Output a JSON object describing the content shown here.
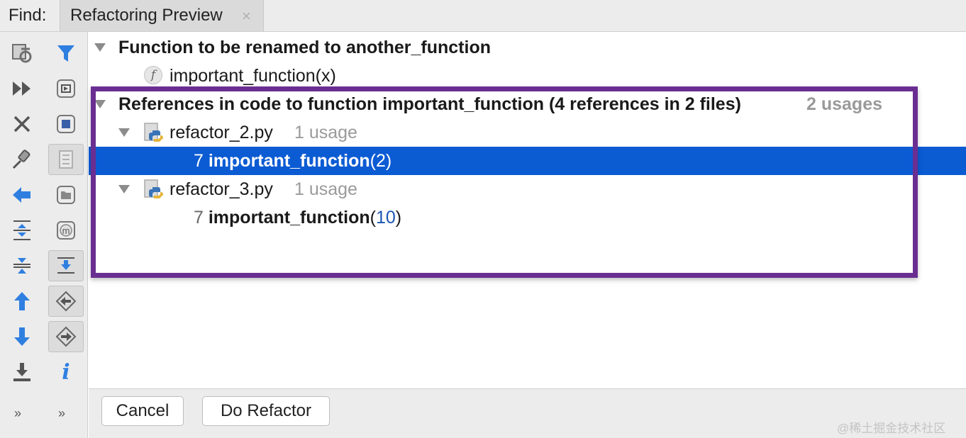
{
  "header": {
    "find_label": "Find:",
    "tab_label": "Refactoring Preview",
    "tab_close": "×"
  },
  "tree": {
    "group1": {
      "title": "Function to be renamed to another_function",
      "item": "important_function(x)",
      "item_icon_letter": "f"
    },
    "group2": {
      "title": "References in code to function important_function (4 references in 2 files)",
      "usage_count": "2 usages",
      "files": [
        {
          "name": "refactor_2.py",
          "usage": "1 usage",
          "line": "7",
          "func": "important_function",
          "open": "(",
          "arg": "2",
          "close": ")"
        },
        {
          "name": "refactor_3.py",
          "usage": "1 usage",
          "line": "7",
          "func": "important_function",
          "open": "(",
          "arg": "10",
          "close": ")"
        }
      ]
    }
  },
  "toolbar": {
    "more": "»",
    "info": "i",
    "method_letter": "m"
  },
  "buttons": {
    "cancel": "Cancel",
    "do_refactor": "Do Refactor"
  },
  "watermark": "@稀土掘金技术社区",
  "colors": {
    "selection": "#0b5bd3",
    "highlight_border": "#6a2e92",
    "icon_blue": "#2f7fe0",
    "link_number": "#1b56b3"
  },
  "icons": [
    "rerun-icon",
    "expand-all-run-icon",
    "close-icon",
    "pin-icon",
    "back-arrow-icon",
    "expand-icon",
    "collapse-icon",
    "up-arrow-icon",
    "down-arrow-icon",
    "export-icon",
    "filter-icon",
    "preview-icon",
    "stop-icon",
    "file-structure-icon",
    "folder-icon",
    "method-icon",
    "autoscroll-icon",
    "previous-occurrence-icon",
    "next-occurrence-icon",
    "info-icon"
  ]
}
